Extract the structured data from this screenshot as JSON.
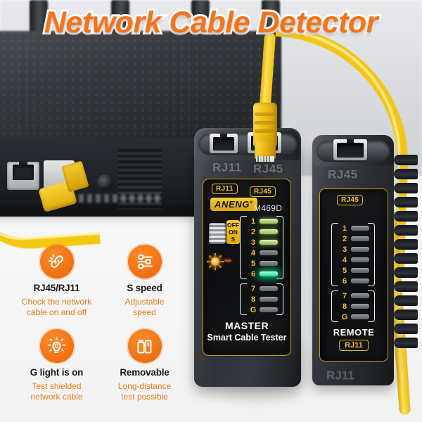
{
  "title": "Network Cable Detector",
  "accent_color": "#F4741A",
  "panel_border_color": "#C79A14",
  "led_on_color": "#8FBF4E",
  "led_bright_color": "#0EE58D",
  "background": {
    "scene": "router-rear-panel",
    "cable_color": "#F3C518"
  },
  "master": {
    "port_labels": {
      "left": "RJ11",
      "right": "RJ45"
    },
    "badges": {
      "rj11": "RJ11",
      "rj45": "RJ45"
    },
    "brand": "ANENG",
    "brand_mark": "®",
    "model": "M469D",
    "switch_positions": [
      "OFF",
      "ON",
      "S"
    ],
    "leds_main": [
      {
        "num": "1",
        "state": "on"
      },
      {
        "num": "2",
        "state": "on"
      },
      {
        "num": "3",
        "state": "on"
      },
      {
        "num": "4",
        "state": "off"
      },
      {
        "num": "5",
        "state": "off"
      },
      {
        "num": "6",
        "state": "bright"
      }
    ],
    "leds_ground": [
      {
        "num": "7",
        "state": "off"
      },
      {
        "num": "8",
        "state": "off"
      },
      {
        "num": "G",
        "state": "off"
      }
    ],
    "title": "MASTER",
    "subtitle": "Smart Cable Tester"
  },
  "remote": {
    "port_label": "RJ45",
    "badge_top": "RJ45",
    "leds_main": [
      {
        "num": "1",
        "state": "off"
      },
      {
        "num": "2",
        "state": "off"
      },
      {
        "num": "3",
        "state": "off"
      },
      {
        "num": "4",
        "state": "off"
      },
      {
        "num": "5",
        "state": "off"
      },
      {
        "num": "6",
        "state": "off"
      }
    ],
    "leds_ground": [
      {
        "num": "7",
        "state": "off"
      },
      {
        "num": "8",
        "state": "off"
      },
      {
        "num": "G",
        "state": "off"
      }
    ],
    "title": "REMOTE",
    "badge_bottom": "RJ11",
    "emboss_bottom": "RJ11"
  },
  "features": [
    {
      "icon": "broken-link-icon",
      "heading": "RJ45/RJ11",
      "desc_line1": "Check the network",
      "desc_line2": "cable on and off"
    },
    {
      "icon": "sliders-icon",
      "heading": "S speed",
      "desc_line1": "Adjustable",
      "desc_line2": "speed"
    },
    {
      "icon": "lightbulb-g-icon",
      "heading": "G light is on",
      "desc_line1": "Test shielded",
      "desc_line2": "network cable"
    },
    {
      "icon": "separate-units-icon",
      "heading": "Removable",
      "desc_line1": "Long-distance",
      "desc_line2": "test possible"
    }
  ]
}
